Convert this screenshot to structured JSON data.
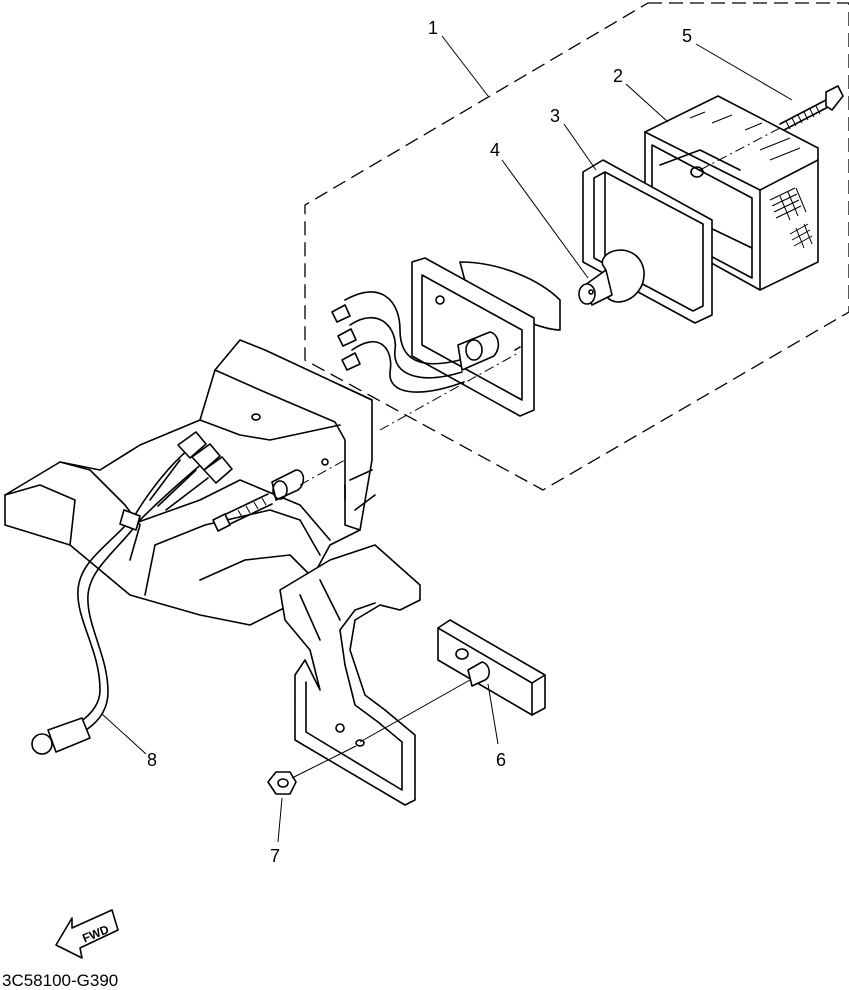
{
  "diagram": {
    "callouts": [
      {
        "id": "1",
        "label": "1"
      },
      {
        "id": "2",
        "label": "2"
      },
      {
        "id": "3",
        "label": "3"
      },
      {
        "id": "4",
        "label": "4"
      },
      {
        "id": "5",
        "label": "5"
      },
      {
        "id": "6",
        "label": "6"
      },
      {
        "id": "7",
        "label": "7"
      },
      {
        "id": "8",
        "label": "8"
      }
    ],
    "direction_arrow": "FWD",
    "figure_code": "3C58100-G390"
  }
}
